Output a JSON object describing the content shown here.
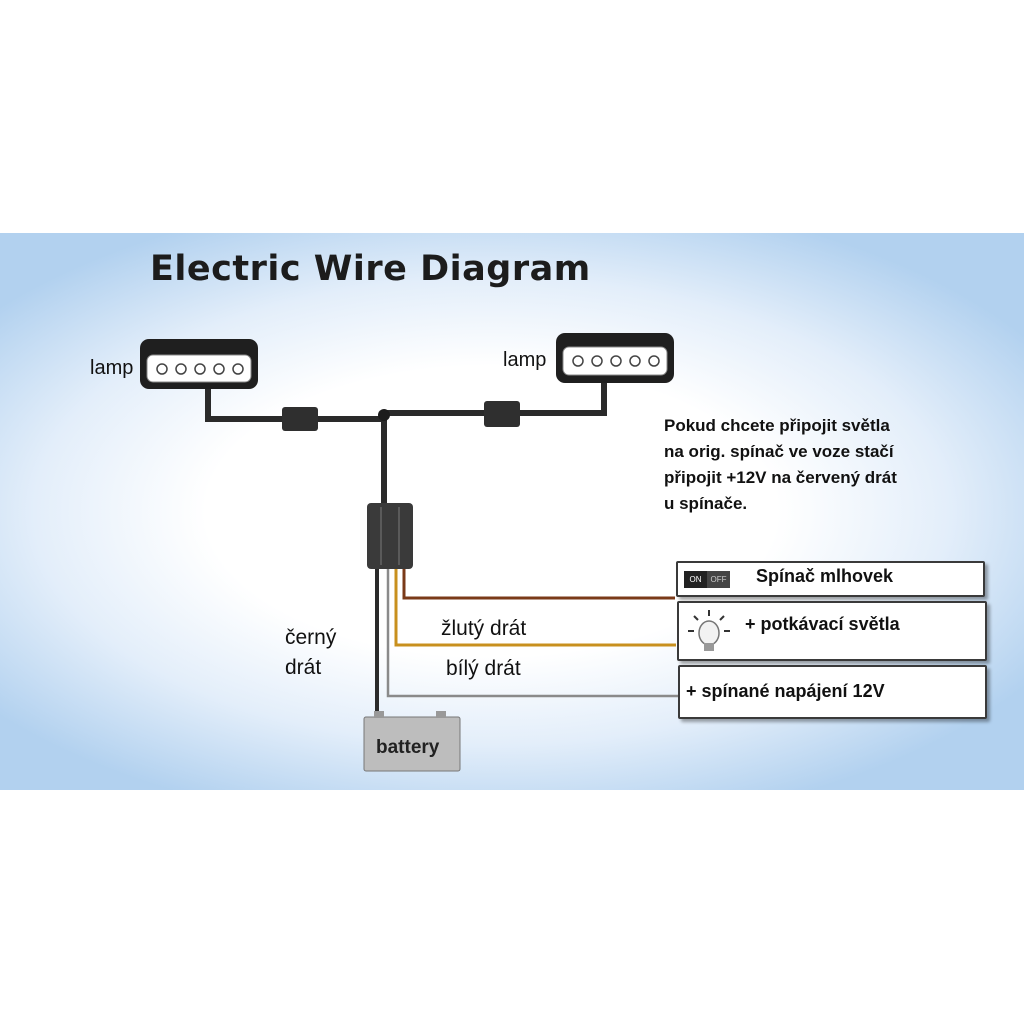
{
  "title": "Electric Wire Diagram",
  "lamp_left_label": "lamp",
  "lamp_right_label": "lamp",
  "note_lines": [
    "Pokud chcete připojit světla",
    "na orig. spínač ve voze stačí",
    "připojit +12V na červený drát",
    "u spínače."
  ],
  "wires": {
    "black": "černý\ndrát",
    "black_line1": "černý",
    "black_line2": "drát",
    "yellow": "žlutý drát",
    "white": "bílý drát"
  },
  "battery_label": "battery",
  "switch": {
    "on_label": "ON",
    "off_label": "OFF",
    "label": "Spínač mlhovek"
  },
  "low_beam_label": "+ potkávací světla",
  "ignition_label": "+ spínané napájení 12V",
  "colors": {
    "panel_edge": "#b2d1ef",
    "wire_black": "#2a2a2a",
    "wire_red": "#7a3a18",
    "wire_yellow": "#c8901e",
    "wire_white": "#8a8a8a",
    "battery": "#bdbdbd"
  }
}
